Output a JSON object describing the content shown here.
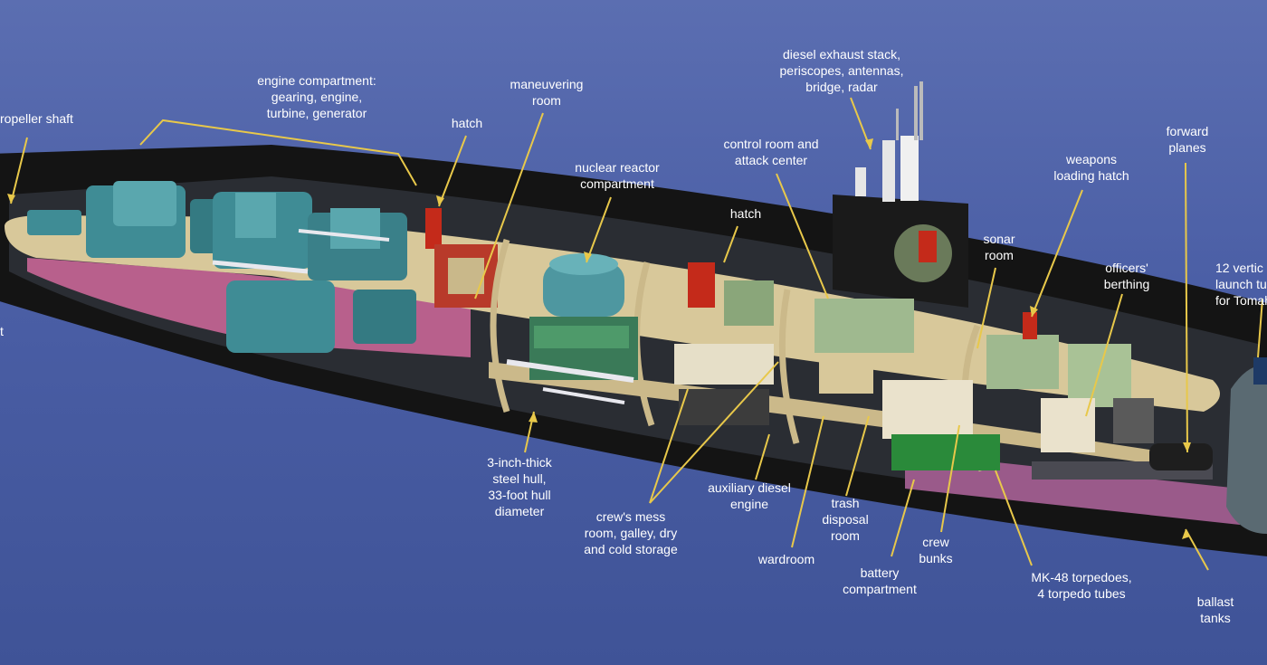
{
  "colors": {
    "background": "#4a5ea5",
    "leader_line": "#e8c84a",
    "hull_outer": "#141414",
    "deck": "#d8c89a",
    "machinery": "#3f8c95",
    "bulkhead": "#cbb98a",
    "accent_red": "#c42a1a",
    "ballast_pink": "#b8608c"
  },
  "labels": {
    "propeller_shaft": "ropeller shaft",
    "engine_compartment": "engine compartment:\ngearing, engine,\nturbine, generator",
    "hatch_aft": "hatch",
    "maneuvering_room": "maneuvering\nroom",
    "nuclear_reactor": "nuclear reactor\ncompartment",
    "diesel_exhaust": "diesel exhaust stack,\nperiscopes, antennas,\nbridge, radar",
    "control_room": "control room and\nattack center",
    "hatch_mid": "hatch",
    "sonar_room": "sonar\nroom",
    "weapons_hatch": "weapons\nloading hatch",
    "officers_berthing": "officers'\nberthing",
    "forward_planes": "forward\nplanes",
    "vertical_launch": "12 vertic\nlaunch tu\nfor Tomaha",
    "steel_hull": "3-inch-thick\nsteel hull,\n33-foot hull\ndiameter",
    "crews_mess": "crew's mess\nroom, galley, dry\nand cold storage",
    "aux_diesel": "auxiliary diesel\nengine",
    "trash_disposal": "trash\ndisposal\nroom",
    "wardroom": "wardroom",
    "battery": "battery\ncompartment",
    "crew_bunks": "crew\nbunks",
    "torpedoes": "MK-48 torpedoes,\n4 torpedo tubes",
    "ballast_tanks": "ballast\ntanks",
    "edge_fragment": "t"
  }
}
